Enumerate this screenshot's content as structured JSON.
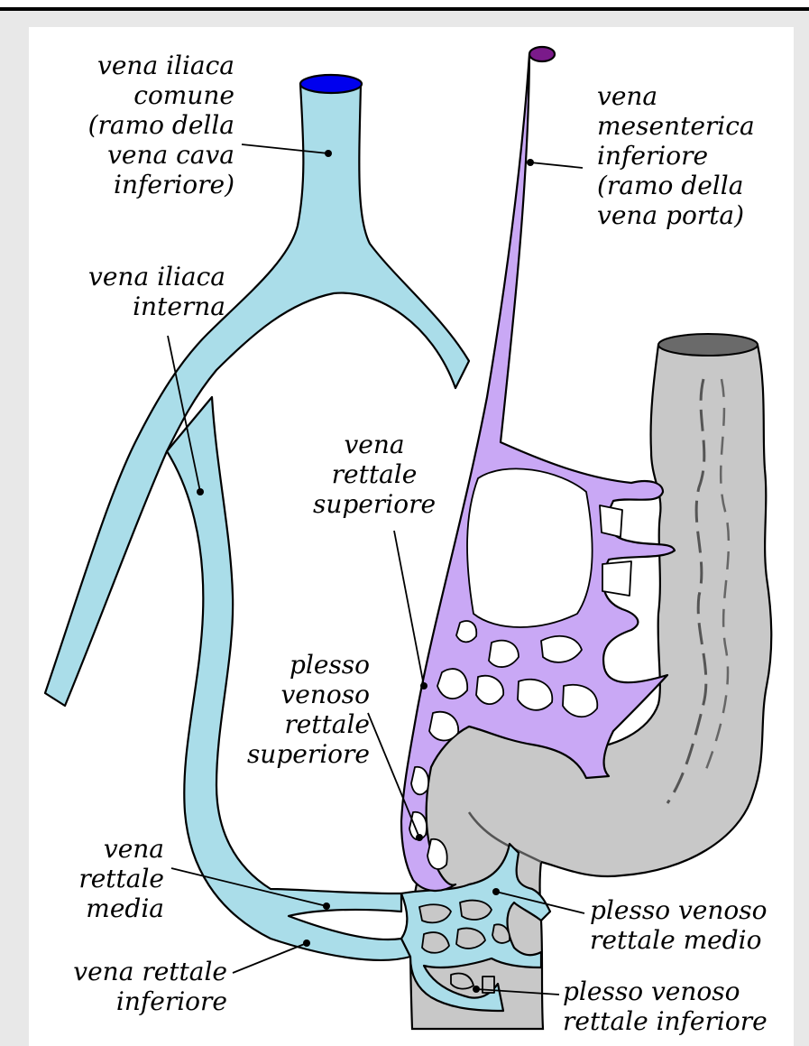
{
  "labels": {
    "vena_iliaca_comune": "vena iliaca\ncomune\n(ramo della\nvena cava\ninferiore)",
    "vena_mesenterica_inferiore": "vena\nmesenterica\ninferiore\n(ramo della\nvena porta)",
    "vena_iliaca_interna": "vena iliaca\ninterna",
    "vena_rettale_superiore": "vena\nrettale\nsuperiore",
    "plesso_venoso_rettale_superiore": "plesso\nvenoso\nrettale\nsuperiore",
    "vena_rettale_media": "vena\nrettale\nmedia",
    "vena_rettale_inferiore": "vena rettale\ninferiore",
    "plesso_venoso_rettale_medio": "plesso venoso\nrettale medio",
    "plesso_venoso_rettale_inferiore": "plesso venoso\nrettale inferiore"
  },
  "colors": {
    "caval_vein": "#aadde9",
    "portal_vein": "#c9a8f5",
    "bowel": "#c8c8c8",
    "caval_lumen": "#0000ee",
    "portal_lumen": "#7a1a8a",
    "bowel_lumen": "#6a6a6a"
  }
}
